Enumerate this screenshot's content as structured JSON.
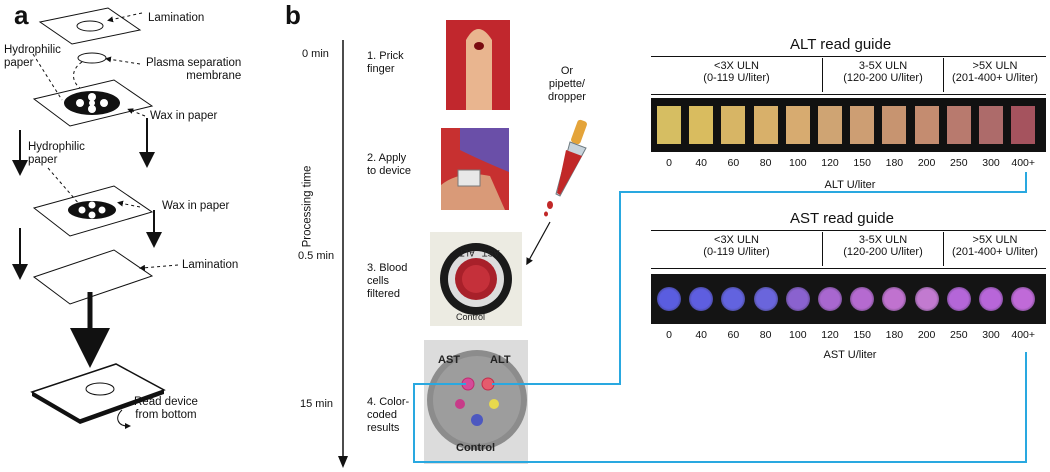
{
  "panels": {
    "a": "a",
    "b": "b"
  },
  "panel_a": {
    "lamination_top": "Lamination",
    "hydrophilic_paper_1": "Hydrophilic\npaper",
    "plasma_membrane": "Plasma separation\nmembrane",
    "wax_paper_1": "Wax in paper",
    "hydrophilic_paper_2": "Hydrophilic\npaper",
    "wax_paper_2": "Wax in paper",
    "lamination_bottom": "Lamination",
    "read_device": "Read device\nfrom bottom"
  },
  "panel_b": {
    "processing_time": "Processing time",
    "times": [
      "0 min",
      "0.5 min",
      "15 min"
    ],
    "steps": [
      "1. Prick\nfinger",
      "2. Apply\nto device",
      "3. Blood\ncells\nfiltered",
      "4. Color-\ncoded\nresults"
    ],
    "pipette_note": "Or\npipette/\ndropper",
    "device_text": {
      "alt": "ALT",
      "ast": "AST",
      "control": "Control",
      "alt_small": "ALT",
      "ast_small": "AST",
      "control_small": "Control"
    }
  },
  "alt_guide": {
    "title": "ALT read guide",
    "headers": [
      "<3X ULN\n(0-119 U/liter)",
      "3-5X ULN\n(120-200 U/liter)",
      ">5X ULN\n(201-400+ U/liter)"
    ],
    "ticks": [
      "0",
      "40",
      "60",
      "80",
      "100",
      "120",
      "150",
      "180",
      "200",
      "250",
      "300",
      "400+"
    ],
    "unit": "ALT U/liter",
    "colors": [
      "#d6be62",
      "#d9bc5f",
      "#d7b565",
      "#d8b06a",
      "#d7ab70",
      "#cfa473",
      "#cd9e73",
      "#c79470",
      "#c48c70",
      "#b87a6e",
      "#ad6b6a",
      "#a5535e"
    ]
  },
  "ast_guide": {
    "title": "AST read guide",
    "headers": [
      "<3X ULN\n(0-119 U/liter)",
      "3-5X ULN\n(120-200 U/liter)",
      ">5X ULN\n(201-400+ U/liter)"
    ],
    "ticks": [
      "0",
      "40",
      "60",
      "80",
      "100",
      "120",
      "150",
      "180",
      "200",
      "250",
      "300",
      "400+"
    ],
    "unit": "AST U/liter",
    "colors": [
      "#5a5de0",
      "#5e5ee0",
      "#6263df",
      "#6a65dc",
      "#8a62cf",
      "#a867cf",
      "#b56ad0",
      "#c072cf",
      "#c27ad0",
      "#b466d8",
      "#b866d9",
      "#c06ad8"
    ]
  },
  "accent": "#29a8e0"
}
